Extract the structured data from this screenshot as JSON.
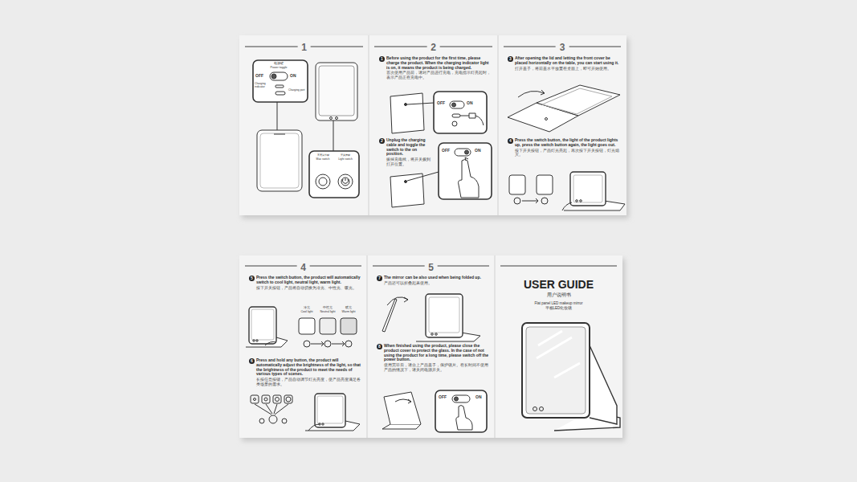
{
  "diagram": {
    "title": "USER GUIDE",
    "nodes": [
      {
        "text": [
          "1"
        ]
      },
      {
        "text": [
          "2"
        ]
      },
      {
        "text": [
          "3"
        ]
      },
      {
        "text": [
          "4"
        ]
      },
      {
        "text": [
          "5"
        ]
      }
    ],
    "labels": [
      "电源键",
      "Power toggle",
      "OFF",
      "ON",
      "Charging indicator",
      "Charging port",
      "亮度调节键",
      "Max switch",
      "开关按键",
      "Light switch",
      "1",
      "Before using the product for the first time, please charge the product. When the charging indicator light is on, it means the product is being charged.",
      "首次使用产品前，请对产品进行充电，充电指示灯亮起时，表示产品正在充电中。",
      "OFF",
      "ON",
      "2",
      "Unplug the charging cable and toggle the switch to the on position.",
      "拔掉充电线，将开关拨到打开位置。",
      "OFF",
      "ON",
      "3",
      "After opening the lid and letting the front cover be placed horizontally on the table, you can start using it.",
      "打开盖子，将前盖水平放置在桌面上，即可开始使用。",
      "4",
      "Press the switch button, the light of the product lights up, press the switch button again, the light goes out.",
      "按下开关按钮，产品灯光亮起，再次按下开关按钮，灯光熄灭。",
      "5",
      "Press the switch button, the product will automatically switch to cool light, neutral light, warm light.",
      "按下开关按钮，产品将自动切换为冷光、中性光、暖光。",
      "冷光",
      "Cool light",
      "中性光",
      "Neutral light",
      "暖光",
      "Warm light",
      "6",
      "Press and hold any button, the product will automatically adjust the brightness of the light, so that the brightness of the product to meet the needs of various types of scenes.",
      "长按任意按键，产品自动调节灯光亮度，使产品亮度满足各类场景的需求。",
      "7",
      "The mirror can be also used when being folded up.",
      "产品还可以折叠起来使用。",
      "8",
      "When finished using the product, please close the product cover to protect the glass. In the case of not using the product for a long time, please switch off the power button.",
      "使用完毕后，请合上产品盖子，保护镜片。在长时间不使用产品的情况下，请关闭电源开关。",
      "OFF",
      "ON",
      "用户说明书",
      "Flat panel LED makeup mirror",
      "平板LED化妆镜"
    ]
  }
}
